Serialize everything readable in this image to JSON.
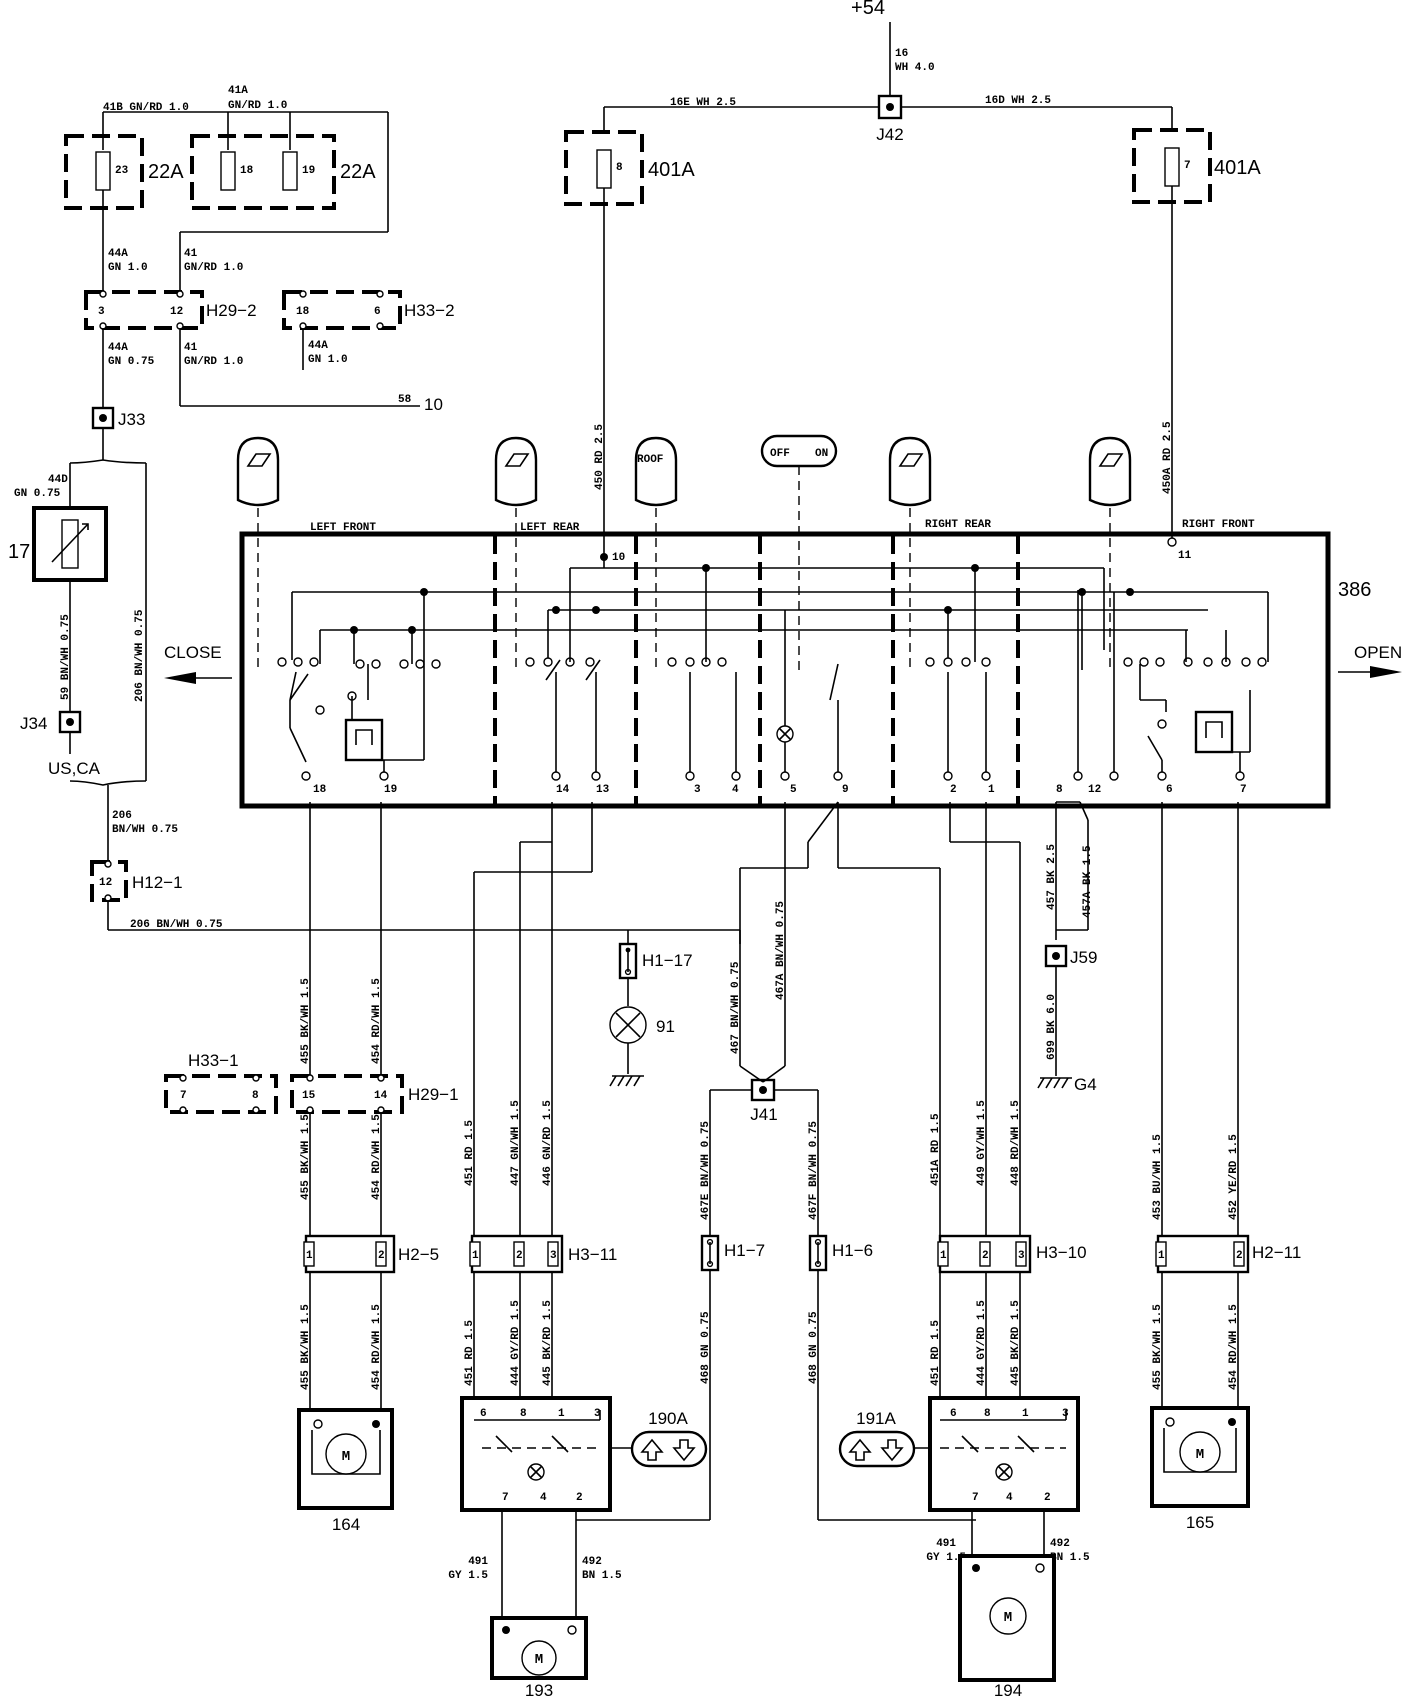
{
  "supply": "+54",
  "junctions": {
    "J42": "J42",
    "J33": "J33",
    "J34": "J34",
    "J41": "J41",
    "J59": "J59"
  },
  "components": {
    "c22A_left": "22A",
    "c22A_right": "22A",
    "c401A_left": "401A",
    "c401A_right": "401A",
    "c386": "386",
    "c17": "17",
    "c91": "91",
    "c164": "164",
    "c165": "165",
    "c193": "193",
    "c194": "194",
    "c190A": "190A",
    "c191A": "191A",
    "g4": "G4",
    "uscа": "US,CA",
    "ref10": "10"
  },
  "fuse_numbers": {
    "f23": "23",
    "f18": "18",
    "f19": "19",
    "f8": "8",
    "f7": "7"
  },
  "connectors": {
    "H29_2": "H29−2",
    "H33_2": "H33−2",
    "H12_1": "H12−1",
    "H1_17": "H1−17",
    "H33_1": "H33−1",
    "H29_1": "H29−1",
    "H2_5": "H2−5",
    "H3_11": "H3−11",
    "H1_7": "H1−7",
    "H1_6": "H1−6",
    "H3_10": "H3−10",
    "H2_11": "H2−11"
  },
  "connector_pins": {
    "h29_2_a": "3",
    "h29_2_b": "12",
    "h33_2_a": "18",
    "h33_2_b": "6",
    "h12_1": "12",
    "h33_1_a": "7",
    "h33_1_b": "8",
    "h29_1_a": "15",
    "h29_1_b": "14",
    "p1": "1",
    "p2": "2",
    "p3": "3"
  },
  "switch_panel": {
    "left_front": "LEFT FRONT",
    "left_rear": "LEFT REAR",
    "right_rear": "RIGHT REAR",
    "right_front": "RIGHT FRONT",
    "roof": "ROOF",
    "off": "OFF",
    "on": "ON",
    "close": "CLOSE",
    "open": "OPEN",
    "pins": [
      "18",
      "19",
      "14",
      "13",
      "3",
      "4",
      "5",
      "9",
      "2",
      "1",
      "8",
      "12",
      "6",
      "7",
      "10",
      "11"
    ]
  },
  "module_pins": {
    "m6": "6",
    "m8": "8",
    "m1": "1",
    "m3": "3",
    "m7": "7",
    "m4": "4",
    "m2": "2"
  },
  "motor_label": "M",
  "wires_h": {
    "w41B": "41B GN/RD 1.0",
    "w41A_1": "41A",
    "w41A_2": "GN/RD 1.0",
    "w16E": "16E WH 2.5",
    "w16D": "16D WH 2.5",
    "w16_1": "16",
    "w16_2": "WH 4.0",
    "w44A_1a": "44A",
    "w44A_1b": "GN 1.0",
    "w41_1a": "41",
    "w41_1b": "GN/RD 1.0",
    "w44A_2a": "44A",
    "w44A_2b": "GN 0.75",
    "w41_2a": "41",
    "w41_2b": "GN/RD 1.0",
    "w44A_3a": "44A",
    "w44A_3b": "GN 1.0",
    "w58": "58",
    "w44D_a": "44D",
    "w44D_b": "GN 0.75",
    "w206_a": "206",
    "w206_b": "BN/WH 0.75",
    "w206_c": "206 BN/WH 0.75",
    "w491_a": "491",
    "w491_b": "GY 1.5",
    "w492_a": "492",
    "w492_b": "BN 1.5",
    "w491r_a": "491",
    "w491r_b": "GY 1.5",
    "w492r_a": "492",
    "w492r_b": "BN 1.5"
  },
  "wires_v": {
    "v450": "450 RD 2.5",
    "v450A": "450A RD 2.5",
    "v59": "59 BN/WH 0.75",
    "v206": "206 BN/WH 0.75",
    "v455a": "455 BK/WH 1.5",
    "v454a": "454 RD/WH 1.5",
    "v467": "467 BN/WH 0.75",
    "v467A": "467A BN/WH 0.75",
    "v457": "457 BK 2.5",
    "v457A": "457A BK 1.5",
    "v699": "699 BK 6.0",
    "v455b": "455 BK/WH 1.5",
    "v454b": "454 RD/WH 1.5",
    "v451": "451 RD 1.5",
    "v447": "447 GN/WH 1.5",
    "v446": "446 GN/RD 1.5",
    "v467E": "467E BN/WH 0.75",
    "v467F": "467F BN/WH 0.75",
    "v451A": "451A RD 1.5",
    "v449": "449 GY/WH 1.5",
    "v448": "448 RD/WH 1.5",
    "v453": "453 BU/WH 1.5",
    "v452": "452 YE/RD 1.5",
    "v455c": "455 BK/WH 1.5",
    "v454c": "454 RD/WH 1.5",
    "v451b": "451 RD 1.5",
    "v444": "444 GY/RD 1.5",
    "v445": "445 BK/RD 1.5",
    "v468a": "468 GN 0.75",
    "v468b": "468 GN 0.75",
    "v451c": "451 RD 1.5",
    "v444b": "444 GY/RD 1.5",
    "v445b": "445 BK/RD 1.5",
    "v455d": "455 BK/WH 1.5",
    "v454d": "454 RD/WH 1.5"
  }
}
